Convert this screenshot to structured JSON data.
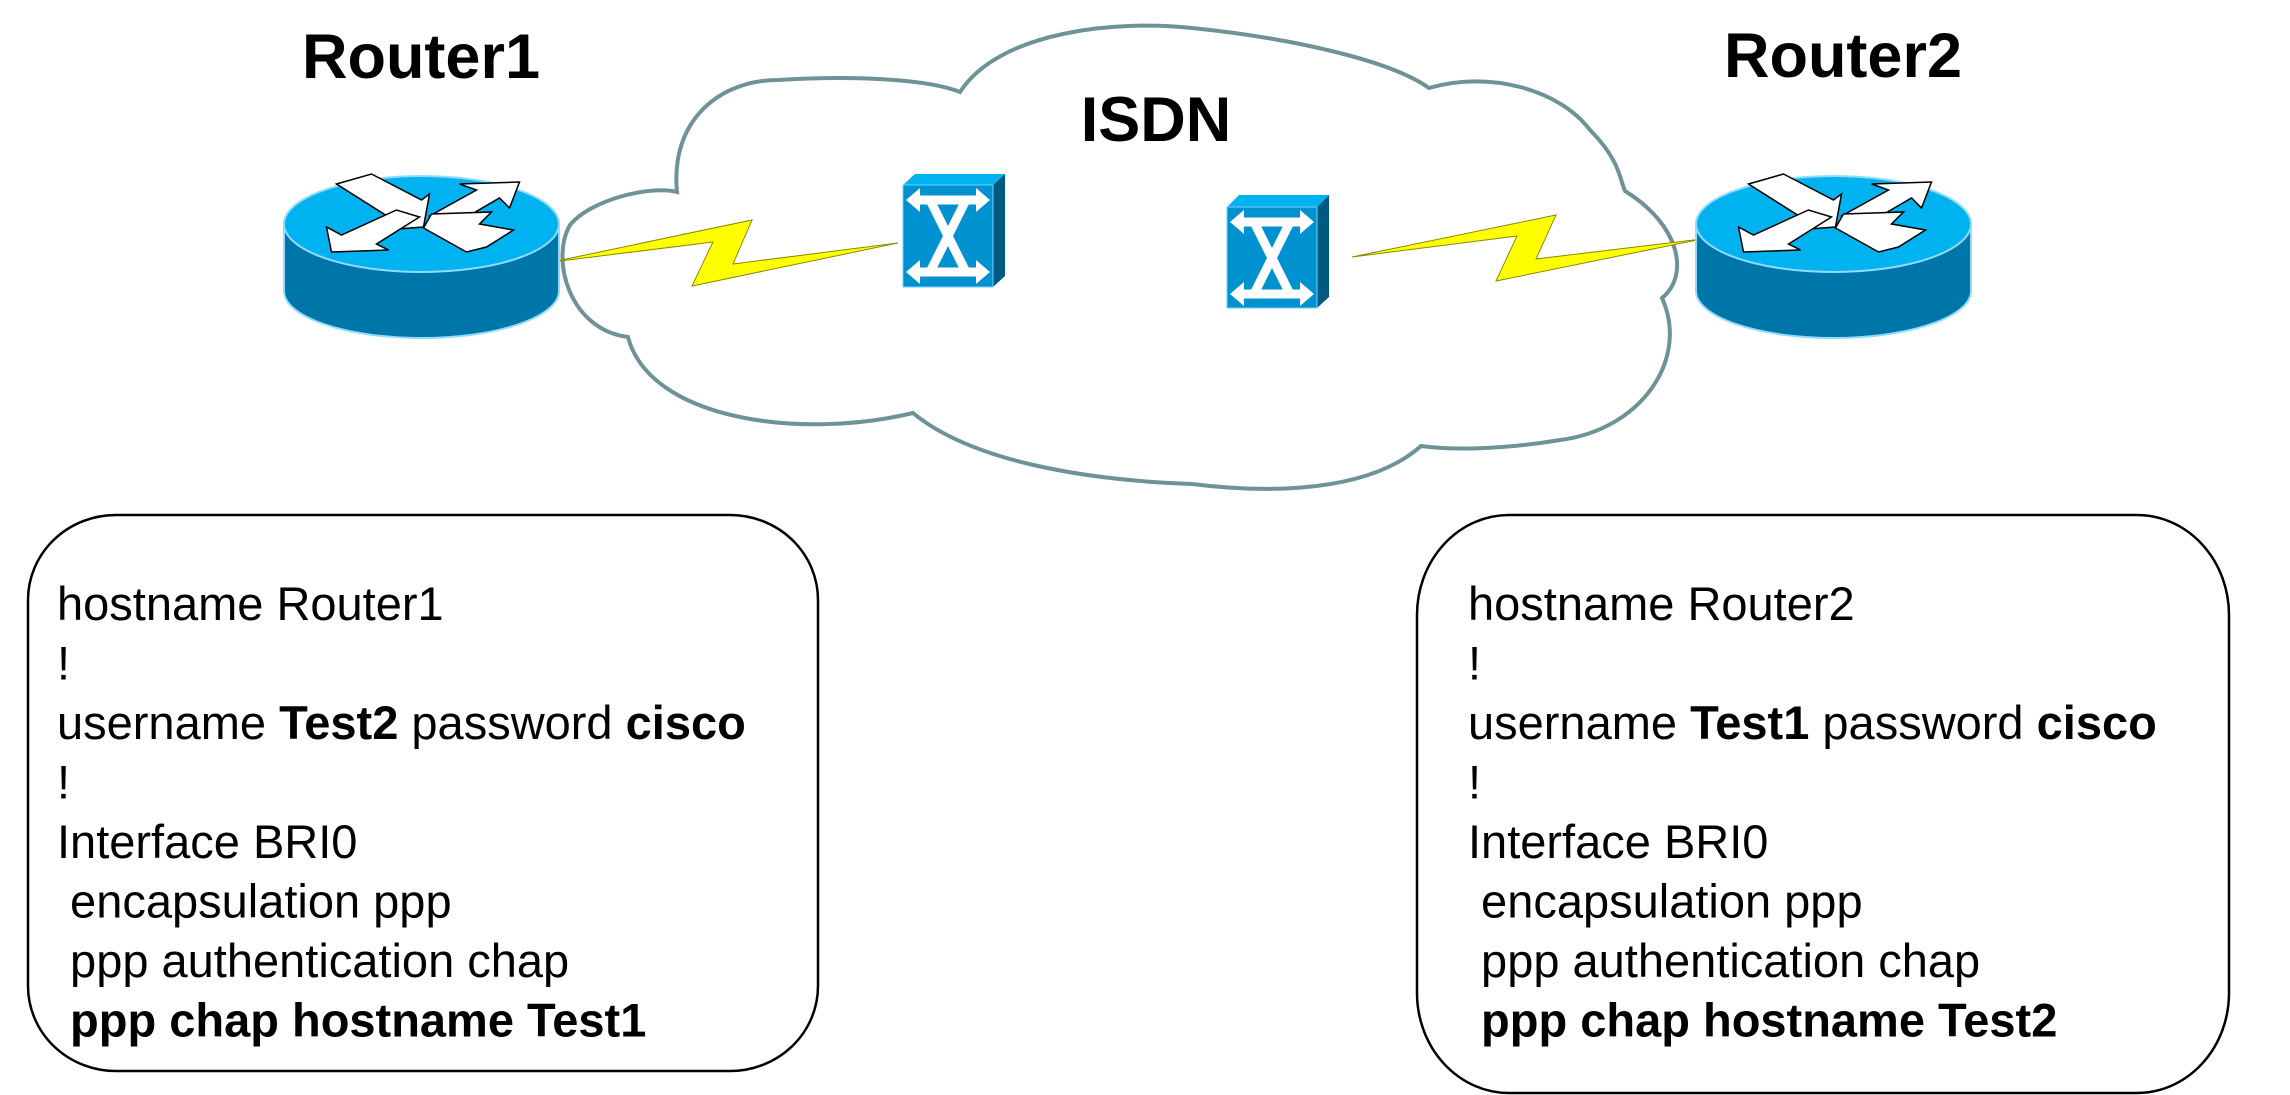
{
  "diagram": {
    "type": "network-topology",
    "cloud": {
      "label": "ISDN",
      "stroke_color": "#6e9296"
    },
    "colors": {
      "device_top": "#00b2f0",
      "device_side": "#0075a8",
      "switch_face": "#0092d0",
      "switch_side": "#005a80",
      "link": "#ffff00",
      "link_outline": "#8a8a00",
      "arrow": "#ffffff"
    },
    "nodes": [
      {
        "id": "router1",
        "type": "router",
        "label": "Router1"
      },
      {
        "id": "isdn-switch-1",
        "type": "isdn-switch",
        "label": ""
      },
      {
        "id": "isdn-switch-2",
        "type": "isdn-switch",
        "label": ""
      },
      {
        "id": "router2",
        "type": "router",
        "label": "Router2"
      }
    ],
    "links": [
      {
        "from": "router1",
        "to": "isdn-switch-1",
        "style": "serial-lightning"
      },
      {
        "from": "isdn-switch-2",
        "to": "router2",
        "style": "serial-lightning"
      }
    ]
  },
  "configs": {
    "router1": {
      "lines": [
        [
          {
            "t": "hostname Router1",
            "bold": false
          }
        ],
        [
          {
            "t": "!",
            "bold": false
          }
        ],
        [
          {
            "t": "username ",
            "bold": false
          },
          {
            "t": "Test2",
            "bold": true
          },
          {
            "t": " password ",
            "bold": false
          },
          {
            "t": "cisco",
            "bold": true
          }
        ],
        [
          {
            "t": "!",
            "bold": false
          }
        ],
        [
          {
            "t": "Interface BRI0",
            "bold": false
          }
        ],
        [
          {
            "t": " encapsulation ppp",
            "bold": false
          }
        ],
        [
          {
            "t": " ppp authentication chap",
            "bold": false
          }
        ],
        [
          {
            "t": " ppp chap hostname Test1",
            "bold": true
          }
        ]
      ]
    },
    "router2": {
      "lines": [
        [
          {
            "t": "hostname Router2",
            "bold": false
          }
        ],
        [
          {
            "t": "!",
            "bold": false
          }
        ],
        [
          {
            "t": "username ",
            "bold": false
          },
          {
            "t": "Test1",
            "bold": true
          },
          {
            "t": " password ",
            "bold": false
          },
          {
            "t": "cisco",
            "bold": true
          }
        ],
        [
          {
            "t": "!",
            "bold": false
          }
        ],
        [
          {
            "t": "Interface BRI0",
            "bold": false
          }
        ],
        [
          {
            "t": " encapsulation ppp",
            "bold": false
          }
        ],
        [
          {
            "t": " ppp authentication chap",
            "bold": false
          }
        ],
        [
          {
            "t": " ppp chap hostname Test2",
            "bold": true
          }
        ]
      ]
    }
  }
}
